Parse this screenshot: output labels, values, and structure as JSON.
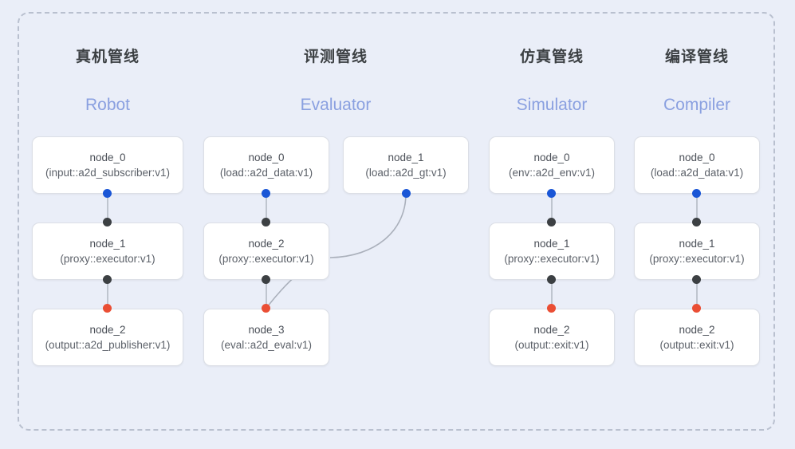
{
  "diagram": {
    "background_color": "#eaeef8",
    "frame_border_color": "#b9c0cf",
    "accent_color": "#8aa0e0",
    "dot_colors": {
      "input": "#1a56d6",
      "middle": "#3c4043",
      "output": "#ea4e34"
    }
  },
  "columns": [
    {
      "title_cn": "真机管线",
      "title_en": "Robot",
      "nodes": [
        {
          "name": "node_0",
          "type": "(input::a2d_subscriber:v1)"
        },
        {
          "name": "node_1",
          "type": "(proxy::executor:v1)"
        },
        {
          "name": "node_2",
          "type": "(output::a2d_publisher:v1)"
        }
      ]
    },
    {
      "title_cn": "评测管线",
      "title_en": "Evaluator",
      "nodes": [
        {
          "name": "node_0",
          "type": "(load::a2d_data:v1)"
        },
        {
          "name": "node_2",
          "type": "(proxy::executor:v1)"
        },
        {
          "name": "node_3",
          "type": "(eval::a2d_eval:v1)"
        }
      ],
      "side_node": {
        "name": "node_1",
        "type": "(load::a2d_gt:v1)"
      }
    },
    {
      "title_cn": "仿真管线",
      "title_en": "Simulator",
      "nodes": [
        {
          "name": "node_0",
          "type": "(env::a2d_env:v1)"
        },
        {
          "name": "node_1",
          "type": "(proxy::executor:v1)"
        },
        {
          "name": "node_2",
          "type": "(output::exit:v1)"
        }
      ]
    },
    {
      "title_cn": "编译管线",
      "title_en": "Compiler",
      "nodes": [
        {
          "name": "node_0",
          "type": "(load::a2d_data:v1)"
        },
        {
          "name": "node_1",
          "type": "(proxy::executor:v1)"
        },
        {
          "name": "node_2",
          "type": "(output::exit:v1)"
        }
      ]
    }
  ]
}
